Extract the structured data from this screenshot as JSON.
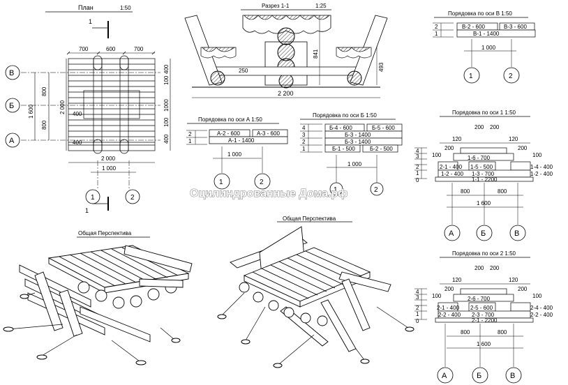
{
  "plan": {
    "title": "План",
    "scale": "1:50",
    "dims_top": [
      "700",
      "600",
      "700"
    ],
    "dims_left": [
      "800",
      "800"
    ],
    "dim_left_total": "1 600",
    "dim_left_inner": "2 000",
    "dims_right": [
      "400",
      "100",
      "1000",
      "100",
      "400"
    ],
    "dims_inner": [
      "400",
      "400"
    ],
    "dim_bottom": "2 000",
    "dim_bottom_axes": "1 000",
    "axes_rows": [
      "В",
      "Б",
      "А"
    ],
    "axes_cols": [
      "1",
      "2"
    ],
    "section_mark": "1"
  },
  "section": {
    "title": "Разрез 1-1",
    "scale": "1:25",
    "dim_width": "2 200",
    "dim_height": "841",
    "dim_seat": "493",
    "dim_gap": "250"
  },
  "axis_a": {
    "title": "Порядовка по оси А 1:50",
    "rows": [
      "2",
      "1"
    ],
    "labels": [
      "А-2 - 600",
      "А-3 - 600",
      "А-1 - 1400"
    ],
    "dim": "1 000",
    "axes": [
      "1",
      "2"
    ]
  },
  "axis_b": {
    "title": "Порядовка по оси Б 1:50",
    "rows": [
      "4",
      "3",
      "2",
      "1"
    ],
    "labels": [
      "Б-4 - 600",
      "Б-5 - 600",
      "Б-3 - 1400",
      "Б-3 - 1400",
      "Б-1 - 500",
      "Б-2 - 500"
    ],
    "dim": "1 000",
    "axes": [
      "1",
      "2"
    ]
  },
  "axis_v": {
    "title": "Порядовка по оси В 1:50",
    "rows": [
      "2",
      "1"
    ],
    "labels": [
      "В-2 - 600",
      "В-3 - 600",
      "В-1 - 1400"
    ],
    "dim": "1 000",
    "axes": [
      "1",
      "2"
    ]
  },
  "axis_1": {
    "title": "Порядовка по оси 1 1:50",
    "rows": [
      "4",
      "3",
      "2",
      "1",
      "0"
    ],
    "dims_top": [
      "200",
      "200",
      "120",
      "120",
      "200",
      "200",
      "100",
      "100"
    ],
    "labels": [
      "1-6 - 700",
      "2-1 - 400",
      "1-5 - 500",
      "1-4 - 400",
      "1-2 - 400",
      "1-3 - 700",
      "1-2 - 400",
      "1-1 - 2200"
    ],
    "dims_bottom": [
      "800",
      "800"
    ],
    "dim_total": "1 600",
    "axes": [
      "А",
      "Б",
      "В"
    ]
  },
  "axis_2": {
    "title": "Порядовка по оси 2 1:50",
    "rows": [
      "4",
      "3",
      "2",
      "1",
      "0"
    ],
    "dims_top": [
      "200",
      "200",
      "120",
      "120",
      "200",
      "200",
      "100",
      "100"
    ],
    "labels": [
      "2-6 - 700",
      "2-1 - 400",
      "2-5 - 600",
      "2-4 - 400",
      "2-2 - 400",
      "2-3 - 700",
      "2-2 - 400",
      "2-1 - 2200"
    ],
    "dims_bottom": [
      "800",
      "800"
    ],
    "dim_total": "1 600",
    "axes": [
      "А",
      "Б",
      "В"
    ]
  },
  "perspective": {
    "title_left": "Общая Перспектива",
    "title_right": "Общая Перспектива"
  },
  "watermark": "Оцилиндрованные Дома.рф"
}
